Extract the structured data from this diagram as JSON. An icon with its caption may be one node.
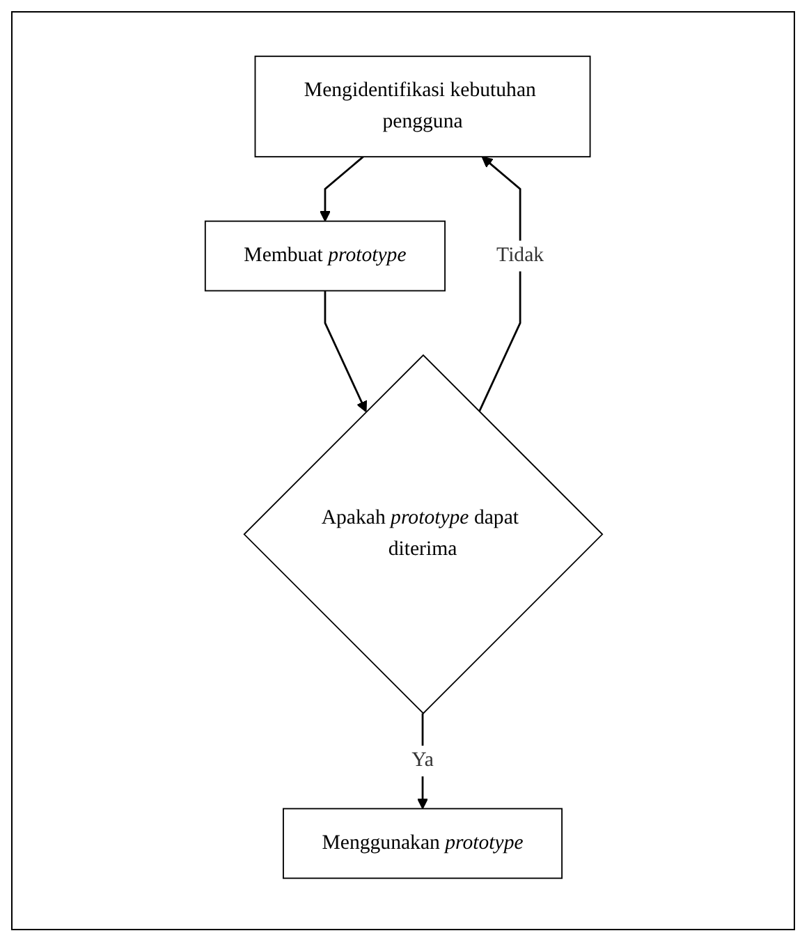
{
  "diagram": {
    "nodes": [
      {
        "text": [
          "Mengidentifikasi kebutuhan pengguna"
        ]
      },
      {
        "text": [
          "Membuat *prototype*"
        ]
      },
      {
        "text": [
          "Apakah *prototype* dapat diterima"
        ]
      },
      {
        "text": [
          "Menggunakan *prototype*"
        ]
      }
    ],
    "edges": [
      {
        "from": 0,
        "to": 1,
        "arrow": "to"
      },
      {
        "from": 1,
        "to": 2,
        "arrow": "to"
      },
      {
        "from": 2,
        "to": 0,
        "arrow": "to",
        "label": "Tidak"
      },
      {
        "from": 2,
        "to": 3,
        "arrow": "to",
        "label": "Ya"
      }
    ]
  }
}
